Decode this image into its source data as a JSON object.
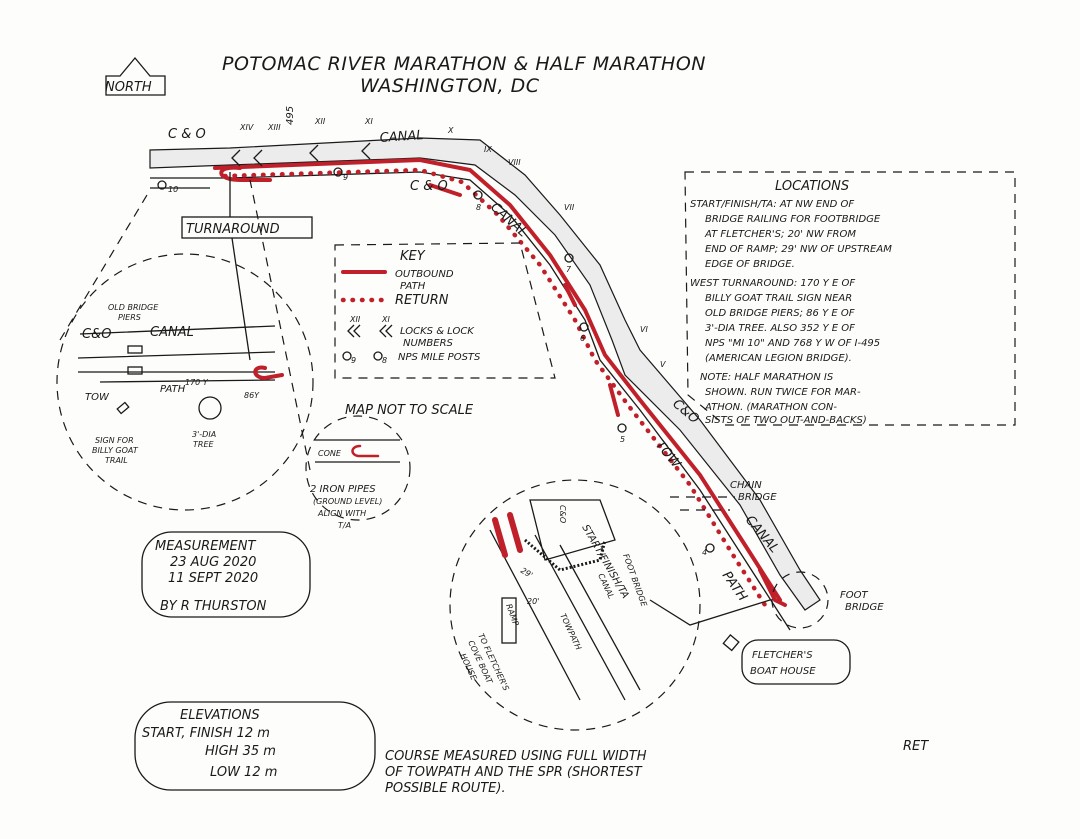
{
  "title": {
    "line1": "POTOMAC RIVER MARATHON & HALF MARATHON",
    "line2": "WASHINGTON, DC"
  },
  "north_label": "NORTH",
  "canal_labels": {
    "co_west": "C & O",
    "canal_top": "CANAL",
    "co_mid": "C & O",
    "canal_mid": "CANAL",
    "co_east": "C&O",
    "tow": "TOW",
    "canal_east": "CANAL",
    "path_east": "PATH",
    "i495": "495"
  },
  "locks": [
    "XIV",
    "XIII",
    "XII",
    "XI",
    "X",
    "IX",
    "VIII",
    "VII",
    "VI",
    "V"
  ],
  "mile_posts": [
    "10",
    "9",
    "8",
    "7",
    "6",
    "5",
    "4"
  ],
  "turnaround_label": "TURNAROUND",
  "key": {
    "title": "KEY",
    "outbound": "OUTBOUND",
    "outbound2": "PATH",
    "return": "RETURN",
    "locks_sample": [
      "XII",
      "XI"
    ],
    "locks_label": "LOCKS & LOCK",
    "locks_label2": "NUMBERS",
    "mileposts_sample": [
      "9",
      "8"
    ],
    "mileposts_label": "NPS MILE POSTS"
  },
  "scale_note": "MAP NOT TO SCALE",
  "turnaround_detail": {
    "piers": "OLD BRIDGE",
    "piers2": "PIERS",
    "co": "C&O",
    "canal": "CANAL",
    "dist_170": "170 Y",
    "dist_86": "86Y",
    "tow": "TOW",
    "path": "PATH",
    "sign": "SIGN FOR",
    "sign2": "BILLY GOAT",
    "sign3": "TRAIL",
    "tree": "3'-DIA",
    "tree2": "TREE"
  },
  "cone_detail": {
    "cone": "CONE",
    "pipes": "2 IRON PIPES",
    "pipes2": "(GROUND LEVEL)",
    "pipes3": "ALIGN WITH",
    "pipes4": "T/A"
  },
  "measurement": {
    "line1": "MEASUREMENT",
    "date1": "23 AUG 2020",
    "date2": "11 SEPT 2020",
    "by": "BY R THURSTON"
  },
  "locations": {
    "title": "LOCATIONS",
    "lines": [
      "START/FINISH/TA: AT NW END OF",
      "BRIDGE RAILING FOR FOOTBRIDGE",
      "AT FLETCHER'S; 20' NW FROM",
      "END OF RAMP; 29' NW OF UPSTREAM",
      "EDGE OF BRIDGE.",
      "WEST TURNAROUND: 170 Y E OF",
      "BILLY GOAT TRAIL SIGN NEAR",
      "OLD BRIDGE PIERS; 86 Y E OF",
      "3'-DIA TREE. ALSO 352 Y E OF",
      "NPS \"MI 10\" AND 768 Y W OF I-495",
      "(AMERICAN LEGION BRIDGE).",
      "NOTE: HALF MARATHON IS",
      "SHOWN. RUN TWICE FOR MAR-",
      "ATHON. (MARATHON CON-",
      "SISTS OF TWO OUT-AND-BACKS)"
    ]
  },
  "chain_bridge": {
    "l1": "CHAIN",
    "l2": "BRIDGE"
  },
  "foot_bridge": {
    "l1": "FOOT",
    "l2": "BRIDGE"
  },
  "boat_house": {
    "l1": "FLETCHER'S",
    "l2": "BOAT HOUSE"
  },
  "start_detail": {
    "label": "START/FINISH/TA",
    "co": "C&O",
    "d29": "29'",
    "d20": "20'",
    "ramp": "RAMP",
    "canal": "CANAL",
    "towpath": "TOWPATH",
    "footbridge": "FOOT BRIDGE",
    "cove1": "TO FLETCHER'S",
    "cove2": "COVE BOAT",
    "cove3": "HOUSE"
  },
  "elevations": {
    "title": "ELEVATIONS",
    "start": "START, FINISH 12 m",
    "high": "HIGH 35 m",
    "low": "LOW 12 m"
  },
  "course_note": {
    "l1": "COURSE MEASURED USING FULL WIDTH",
    "l2": "OF TOWPATH AND THE SPR (SHORTEST",
    "l3": "POSSIBLE ROUTE)."
  },
  "initials": "RET",
  "colors": {
    "route": "#c0202a",
    "ink": "#1a1a1a"
  }
}
